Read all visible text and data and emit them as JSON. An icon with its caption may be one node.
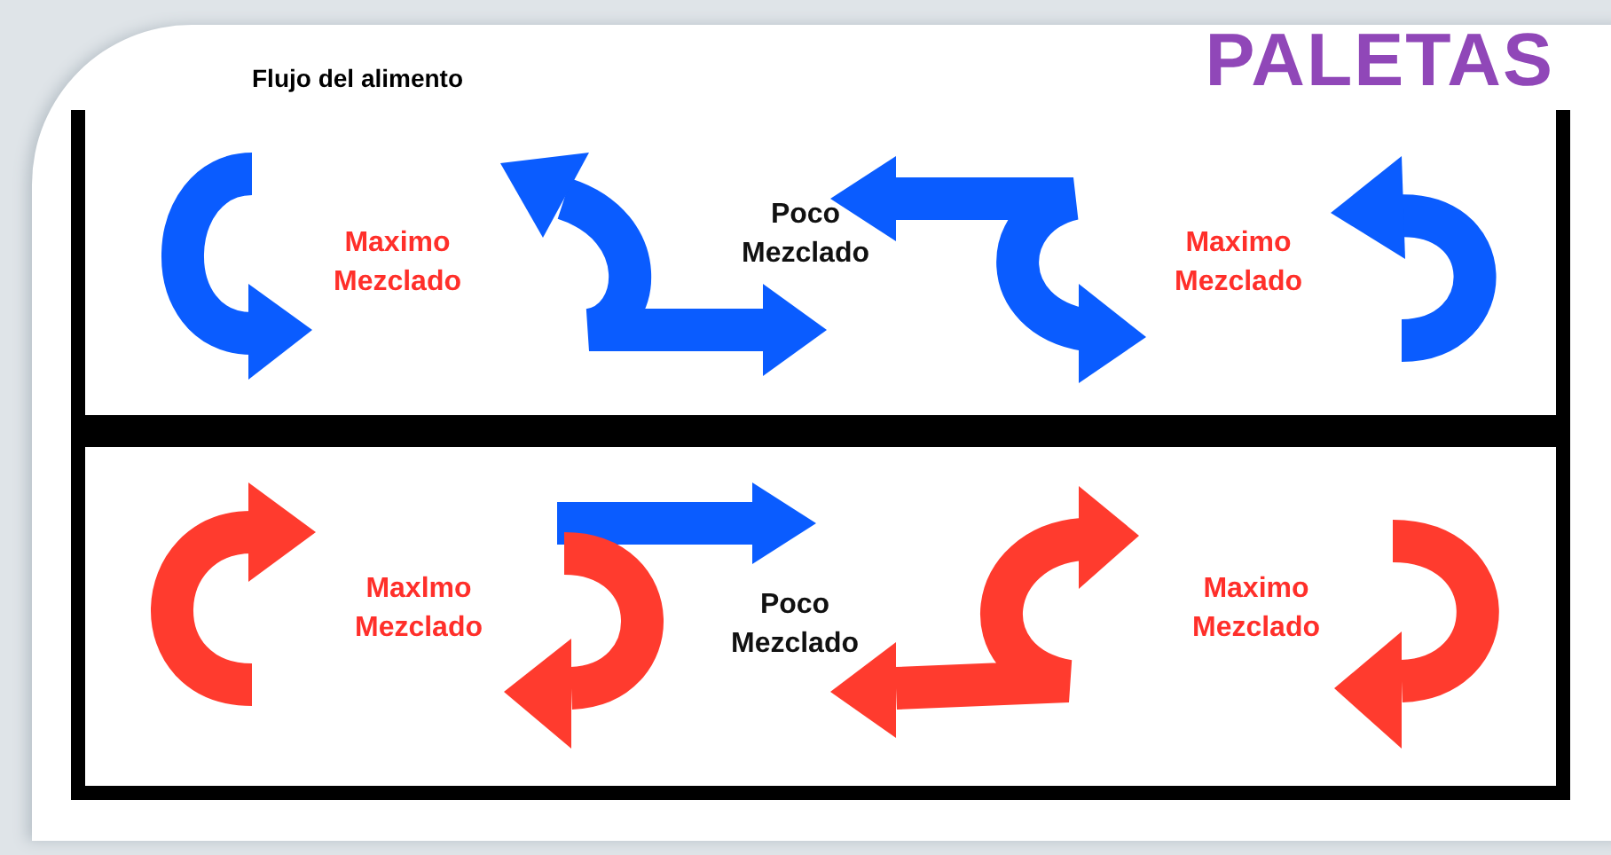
{
  "diagram": {
    "title": "PALETAS",
    "nodes": [
      {
        "text": [
          "Maximo Mezclado",
          "Poco Mezclado",
          "Maximo Mezclado"
        ]
      },
      {
        "text": [
          "Maxlmo Mezclado",
          "Poco Mezclado",
          "Maximo Mezclado"
        ]
      }
    ],
    "labels": [
      "Flujo del alimento"
    ]
  }
}
